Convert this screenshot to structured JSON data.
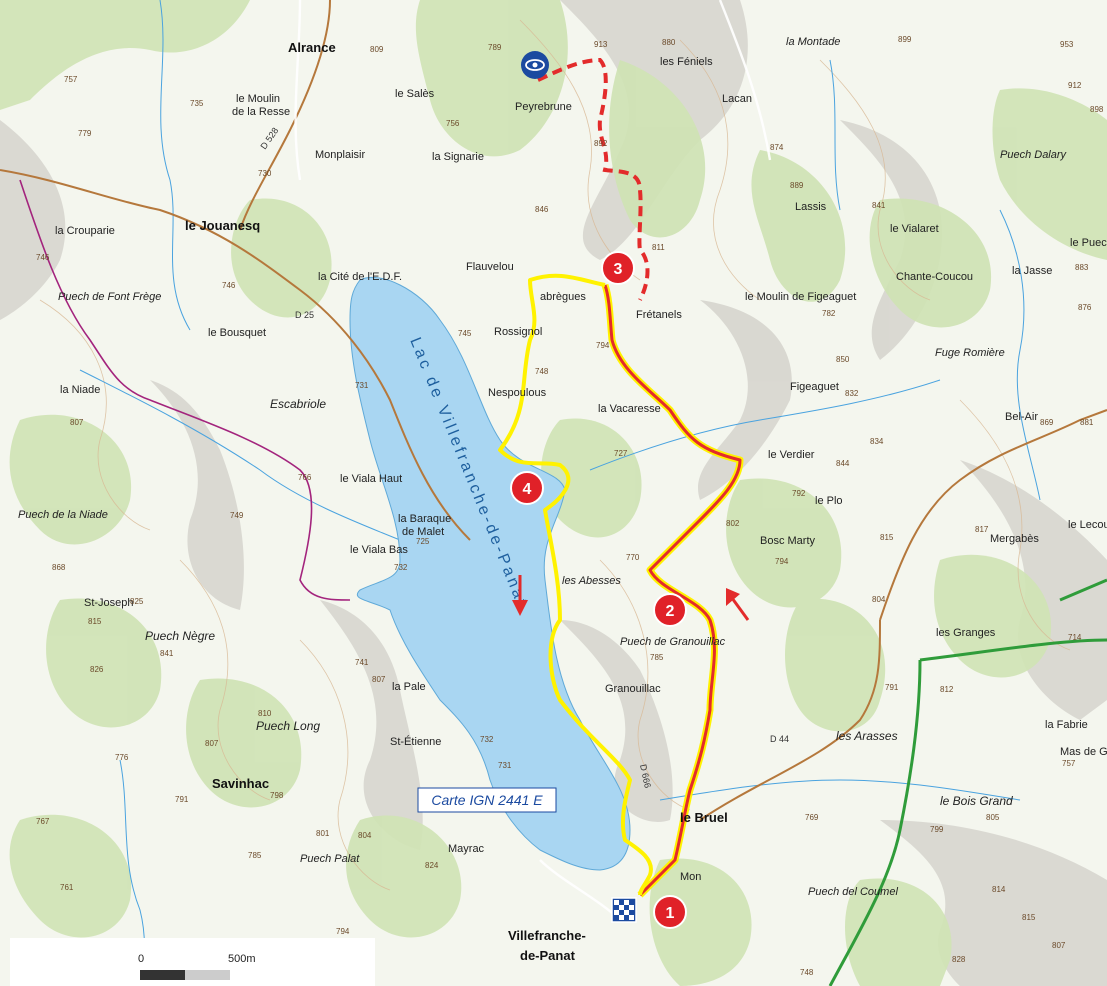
{
  "map": {
    "colors": {
      "land": "#f4f6ee",
      "forest": "#cfe3b4",
      "relief": "#bdbbb6",
      "water": "#a9d6f2",
      "yellow_route": "#fff200",
      "red_route": "#e32b2b",
      "dirt_road": "#b5783c",
      "boundary": "#a3247d",
      "green_trail": "#2f9c3a",
      "marker": "#e02128"
    },
    "waypoints": [
      "1",
      "2",
      "3",
      "4"
    ],
    "map_label": "Carte IGN 2441 E",
    "lake_label": "Lac de Villefranche-de-Panat",
    "scale": {
      "start": "0",
      "end": "500m"
    },
    "roads": [
      "D 528",
      "D 25",
      "D 666",
      "D 44"
    ],
    "places": {
      "alrance": "Alrance",
      "le_jouanesq": "le Jouanesq",
      "villefranche": "Villefranche-",
      "de_panat": "de-Panat",
      "savinhac": "Savinhac",
      "le_bruel": "le Bruel",
      "peyrebrune": "Peyrebrune",
      "flauvelou": "Flauvelou",
      "fretanels": "Frétanels",
      "rossignol": "Rossignol",
      "la_vacaresse": "la Vacaresse",
      "le_verdier": "le Verdier",
      "bosc_marty": "Bosc Marty",
      "les_abesses": "les Abesses",
      "granouillac": "Granouillac",
      "la_pale": "la Pale",
      "st_etienne": "St-Étienne",
      "mayrac": "Mayrac",
      "figeaguet": "Figeaguet",
      "puech_negre": "Puech Nègre",
      "puech_long": "Puech Long",
      "escabriole": "Escabriole",
      "les_arasses": "les Arasses",
      "le_bois_grand": "le Bois Grand",
      "mergabes": "Mergabès",
      "st_joseph": "St-Joseph",
      "la_niade": "la Niade",
      "le_viala_haut": "le Viala Haut",
      "le_viala_bas": "le Viala Bas",
      "la_baraque": "la Baraque",
      "de_malet": "de Malet",
      "le_bousquet": "le Bousquet",
      "la_crouparie": "la Crouparie",
      "monplaisir": "Monplaisir",
      "la_signarie": "la Signarie",
      "le_sales": "le Salès",
      "le_moulin": "le Moulin",
      "de_la_resse": "de la Resse",
      "les_feniels": "les Féniels",
      "lacan": "Lacan",
      "la_montade": "la Montade",
      "lassis": "Lassis",
      "le_vialaret": "le Vialaret",
      "chante_coucou": "Chante-Coucou",
      "la_jasse": "la Jasse",
      "fuge_romiere": "Fuge Romière",
      "le_plo": "le Plo",
      "les_granges": "les Granges",
      "la_fabrie": "la Fabrie",
      "puech_dalary": "Puech Dalary",
      "cne_edf": "la Cité de l'E.D.F.",
      "le_lecou": "le Lecou",
      "le_puech": "le Puech",
      "abregues": "abrègues",
      "puech_granouillac": "Puech de Granouillac",
      "puech_palat": "Puech Palat",
      "puech_coumel": "Puech del Coumel",
      "moulin_figeaguet": "le Moulin de Figeaguet",
      "mas_de_galy": "Mas de Galy",
      "bel_air": "Bel-Air",
      "nespoulous": "Nespoulous",
      "puech_niade": "Puech de la Niade",
      "puech_font_frege": "Puech de Font Frège",
      "mon": "Mon"
    },
    "altitudes": [
      "809",
      "757",
      "735",
      "779",
      "730",
      "756",
      "789",
      "913",
      "880",
      "899",
      "953",
      "912",
      "898",
      "892",
      "874",
      "889",
      "846",
      "841",
      "883",
      "876",
      "811",
      "782",
      "731",
      "746",
      "745",
      "748",
      "794",
      "727",
      "807",
      "766",
      "749",
      "868",
      "825",
      "815",
      "841",
      "826",
      "807",
      "810",
      "807",
      "776",
      "791",
      "798",
      "741",
      "732",
      "731",
      "801",
      "804",
      "785",
      "824",
      "770",
      "785",
      "792",
      "802",
      "794",
      "804",
      "815",
      "817",
      "714",
      "791",
      "812",
      "757",
      "805",
      "799",
      "769",
      "869",
      "881",
      "850",
      "832",
      "834",
      "844",
      "814",
      "815",
      "807",
      "828",
      "761",
      "767",
      "748",
      "794",
      "746",
      "725",
      "732"
    ]
  }
}
